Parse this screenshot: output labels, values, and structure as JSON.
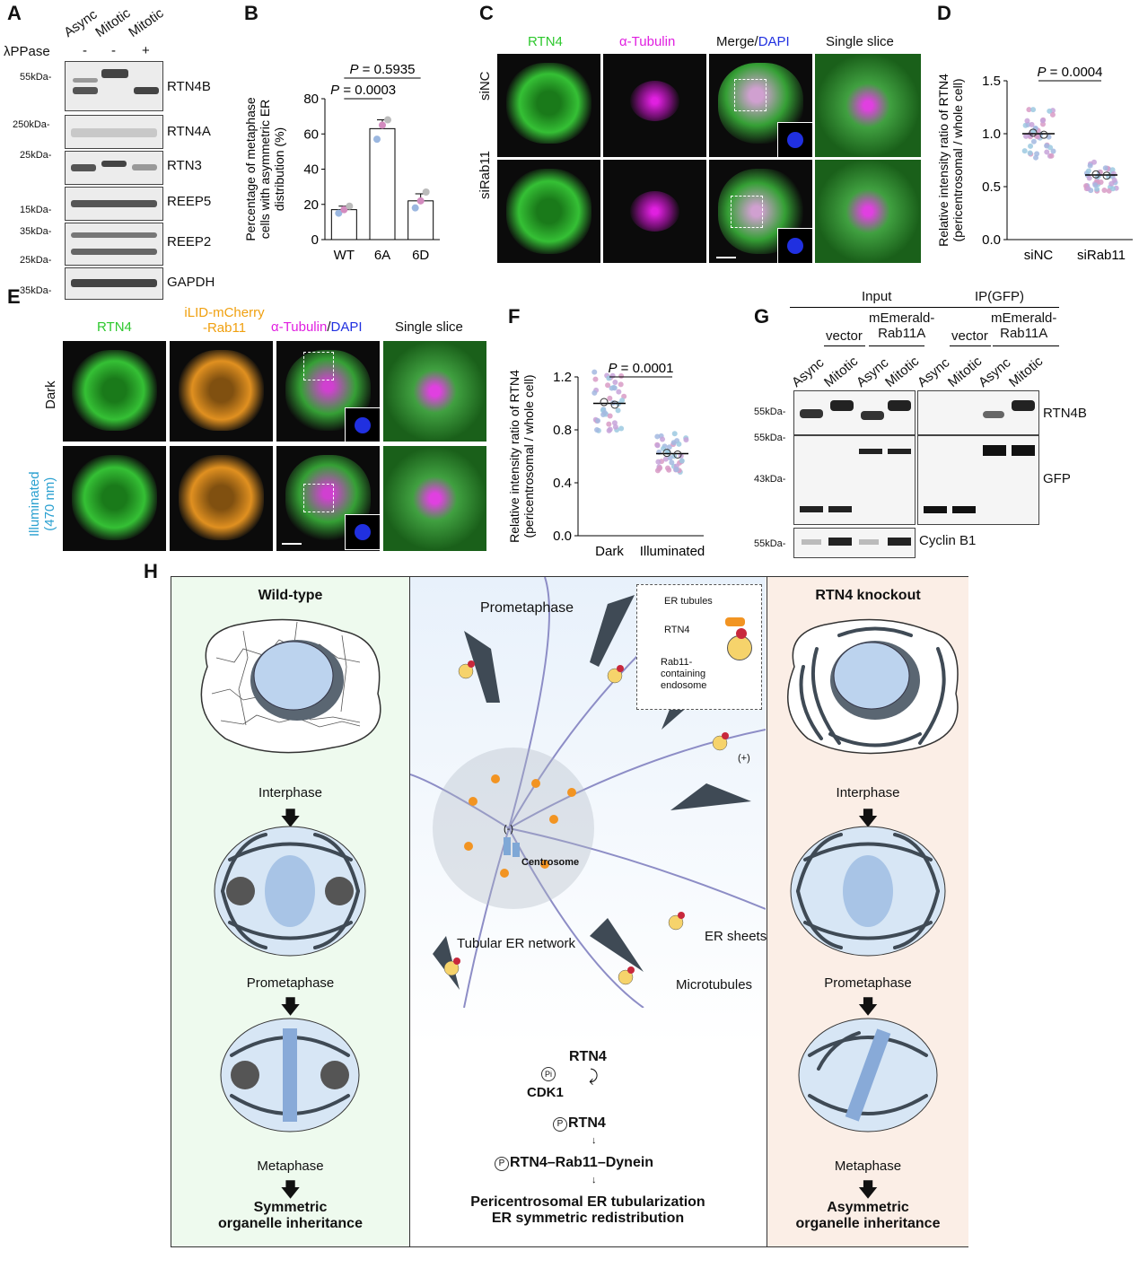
{
  "panel_letters": {
    "A": "A",
    "B": "B",
    "C": "C",
    "D": "D",
    "E": "E",
    "F": "F",
    "G": "G",
    "H": "H"
  },
  "panelA": {
    "lanes": [
      "Async",
      "Mitotic",
      "Mitotic"
    ],
    "lppase_label": "λPPase",
    "lppase_marks": [
      "-",
      "-",
      "+"
    ],
    "blots": [
      {
        "name": "RTN4B",
        "marker": "55kDa-"
      },
      {
        "name": "RTN4A",
        "marker": "250kDa-"
      },
      {
        "name": "RTN3",
        "marker": "25kDa-"
      },
      {
        "name": "REEP5",
        "marker": "15kDa-"
      },
      {
        "name": "REEP2",
        "marker": "35kDa-",
        "marker2": "25kDa-"
      },
      {
        "name": "GAPDH",
        "marker": "35kDa-"
      }
    ]
  },
  "panelC": {
    "columns": [
      "RTN4",
      "α-Tubulin",
      "Merge/",
      "DAPI",
      "Single slice"
    ],
    "rows": [
      "siNC",
      "siRab11"
    ]
  },
  "panelE": {
    "columns": [
      "RTN4",
      "iLID-mCherry",
      "-Rab11",
      "α-Tubulin",
      "/",
      "DAPI",
      "Single slice"
    ],
    "rows": [
      "Dark",
      "Illuminated",
      "(470 nm)"
    ]
  },
  "panelG": {
    "group_input": "Input",
    "group_ip": "IP(GFP)",
    "sub_vector": "vector",
    "sub_mEmerald": "mEmerald-",
    "sub_rab": "Rab11A",
    "lanes": [
      "Async",
      "Mitotic",
      "Async",
      "Mitotic",
      "Async",
      "Mitotic",
      "Async",
      "Mitotic"
    ],
    "blots": [
      {
        "name": "RTN4B",
        "marker": "55kDa-"
      },
      {
        "name": "GFP",
        "marker": "55kDa-",
        "marker2": "43kDa-"
      },
      {
        "name": "Cyclin B1",
        "marker": "55kDa-"
      }
    ]
  },
  "chart_data": [
    {
      "id": "B",
      "type": "bar",
      "ylabel_lines": [
        "Percentage of metaphase",
        "cells with asymmetric ER",
        "distribution (%)"
      ],
      "categories": [
        "WT",
        "6A",
        "6D"
      ],
      "values": [
        17,
        63,
        22
      ],
      "errors": [
        2,
        5,
        4
      ],
      "points": [
        [
          15,
          17,
          19
        ],
        [
          57,
          65,
          68
        ],
        [
          18,
          22,
          27
        ]
      ],
      "ylim": [
        0,
        80
      ],
      "yticks": [
        0,
        20,
        40,
        60,
        80
      ],
      "annotations": [
        "P = 0.0003",
        "P = 0.5935"
      ]
    },
    {
      "id": "D",
      "type": "scatter",
      "ylabel_lines": [
        "Relative intensity ratio of RTN4",
        "(pericentrosomal / whole cell)"
      ],
      "categories": [
        "siNC",
        "siRab11"
      ],
      "means": [
        1.0,
        0.61
      ],
      "ylim": [
        0,
        1.5
      ],
      "yticks": [
        0.0,
        0.5,
        1.0,
        1.5
      ],
      "annotations": [
        "P = 0.0004"
      ]
    },
    {
      "id": "F",
      "type": "scatter",
      "ylabel_lines": [
        "Relative intensity ratio of RTN4",
        "(pericentrosomal / whole cell)"
      ],
      "categories": [
        "Dark",
        "Illuminated"
      ],
      "means": [
        1.0,
        0.62
      ],
      "ylim": [
        0,
        1.2
      ],
      "yticks": [
        0.0,
        0.4,
        0.8,
        1.2
      ],
      "annotations": [
        "P = 0.0001"
      ]
    }
  ],
  "panelH": {
    "left_title": "Wild-type",
    "left_stages": [
      "Interphase",
      "Prometaphase",
      "Metaphase"
    ],
    "left_outcome": [
      "Symmetric",
      "organelle inheritance"
    ],
    "right_title": "RTN4 knockout",
    "right_stages": [
      "Interphase",
      "Prometaphase",
      "Metaphase"
    ],
    "right_outcome": [
      "Asymmetric",
      "organelle inheritance"
    ],
    "center_title": "Prometaphase",
    "legend": [
      "ER tubules",
      "RTN4",
      "Rab11-",
      "containing",
      "endosome"
    ],
    "labels": {
      "centrosome": "Centrosome",
      "tubular": "Tubular ER network",
      "sheets": "ER sheets",
      "microtubules": "Microtubules",
      "plus": "(+)",
      "minus": "(-)"
    },
    "pathway": {
      "rtn4": "RTN4",
      "pi": "Pi",
      "cdk1": "CDK1",
      "prtn4": "RTN4",
      "p_mark": "P",
      "complex": "RTN4–Rab11–Dynein",
      "out1": "Pericentrosomal ER tubularization",
      "out2": "ER symmetric redistribution"
    },
    "colors": {
      "left_bg": "#eefaee",
      "center_bg": "#edf4fb",
      "right_bg": "#fbeee6",
      "rtn4": "#f29422",
      "endosome": "#f6d36b",
      "rab": "#c8283c",
      "mt": "#8d8dc6",
      "er": "#3f4a55"
    }
  }
}
